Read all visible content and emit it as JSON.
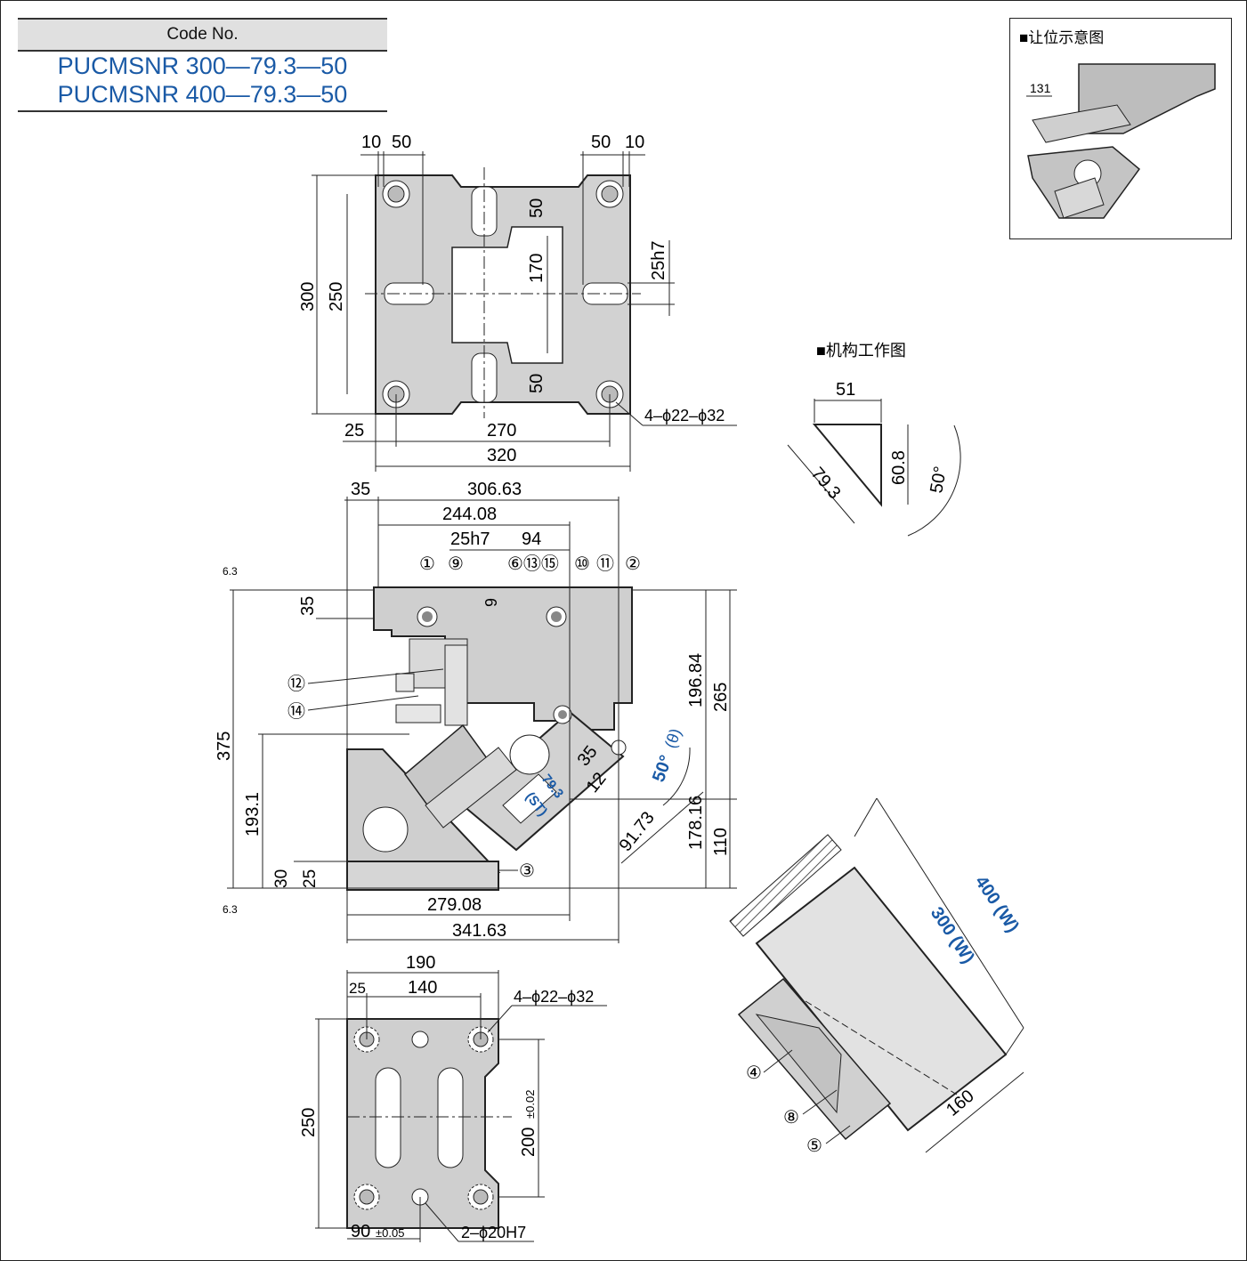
{
  "code_table": {
    "header": "Code No.",
    "codes": [
      "PUCMSNR 300—79.3—50",
      "PUCMSNR 400—79.3—50"
    ]
  },
  "inset_title": "■让位示意图",
  "inset_dim": "131",
  "mechanism_title": "■机构工作图",
  "mechanism_dims": {
    "top": "51",
    "hyp": "79.3",
    "vert": "60.8",
    "angle": "50°"
  },
  "top_view": {
    "dims_top_left": [
      "10",
      "50"
    ],
    "dims_top_right": [
      "50",
      "10"
    ],
    "d300": "300",
    "d250": "250",
    "d50a": "50",
    "d170": "170",
    "d50b": "50",
    "d25h7": "25h7",
    "d25": "25",
    "d270": "270",
    "d320": "320",
    "holes": "4–ϕ22–ϕ32"
  },
  "front_view": {
    "d35": "35",
    "d306": "306.63",
    "d244": "244.08",
    "d25h7": "25h7",
    "d94": "94",
    "d9": "9",
    "d35b": "35",
    "d375": "375",
    "d193": "193.1",
    "d30": "30",
    "d25": "25",
    "d196": "196.84",
    "d265": "265",
    "d178": "178.16",
    "d110": "110",
    "d279": "279.08",
    "d341": "341.63",
    "d91": "91.73",
    "d35c": "35",
    "d12": "12",
    "angle": "50°",
    "theta": "(θ)",
    "st": "79.3",
    "st2": "(ST)",
    "r63": "6.3",
    "callouts": [
      "①",
      "⑨",
      "⑥⑬⑮",
      "⑩",
      "⑪",
      "②",
      "⑫",
      "⑭",
      "③"
    ]
  },
  "base_view": {
    "d190": "190",
    "d25": "25",
    "d140": "140",
    "d250": "250",
    "d200": "200",
    "tol200": "±0.02",
    "d90": "90",
    "tol90": "±0.05",
    "holes": "4–ϕ22–ϕ32",
    "pins": "2–ϕ20H7"
  },
  "iso_view": {
    "w300": "300 (W)",
    "w400": "400 (W)",
    "d160": "160",
    "callouts": [
      "④",
      "⑧",
      "⑤"
    ]
  }
}
